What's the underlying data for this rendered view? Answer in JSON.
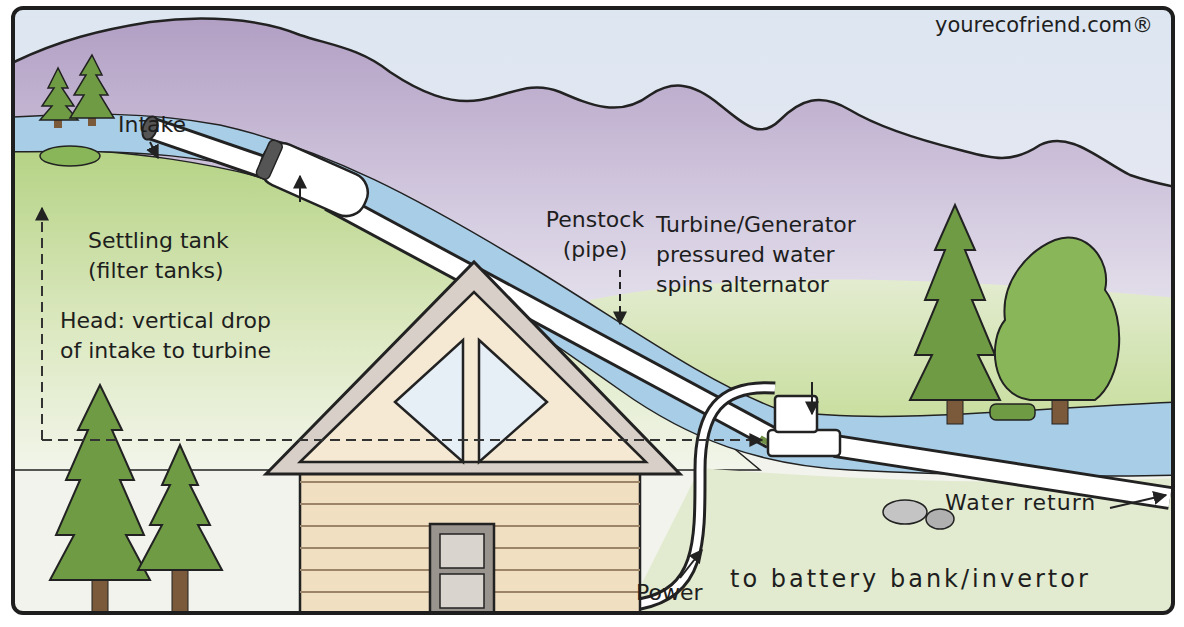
{
  "diagram": {
    "labels": [
      "yourecofriend.com®",
      "Intake",
      "Penstock (pipe)",
      "Turbine/Generator pressured water spins alternator",
      "Settling tank (filter tanks)",
      "Head: vertical drop of intake to turbine",
      "Water return",
      "Power",
      "to battery bank/invertor"
    ]
  }
}
